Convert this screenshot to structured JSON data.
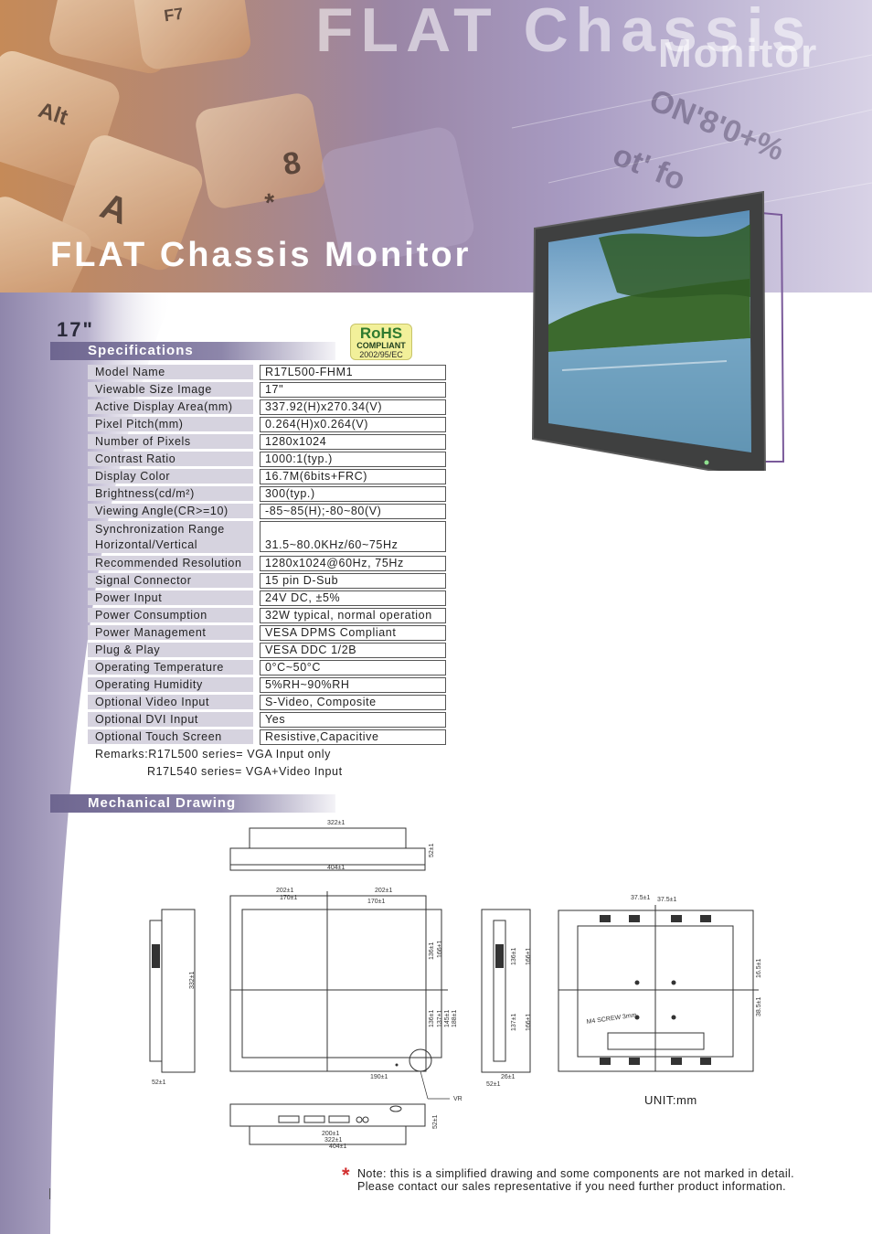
{
  "header": {
    "bg_title": "FLAT Chassis",
    "bg_title2": "Monitor",
    "title": "FLAT Chassis Monitor"
  },
  "size_title": "17\"",
  "sections": {
    "specifications": "Specifications",
    "mechanical": "Mechanical Drawing"
  },
  "rohs": {
    "line1": "RoHS",
    "line2": "COMPLIANT",
    "line3": "2002/95/EC"
  },
  "specs": [
    {
      "label": "Model Name",
      "value": "R17L500-FHM1"
    },
    {
      "label": "Viewable Size Image",
      "value": "17\""
    },
    {
      "label": "Active Display Area(mm)",
      "value": "337.92(H)x270.34(V)"
    },
    {
      "label": "Pixel Pitch(mm)",
      "value": "0.264(H)x0.264(V)"
    },
    {
      "label": "Number of Pixels",
      "value": "1280x1024"
    },
    {
      "label": "Contrast Ratio",
      "value": "1000:1(typ.)"
    },
    {
      "label": "Display Color",
      "value": "16.7M(6bits+FRC)"
    },
    {
      "label": "Brightness(cd/m²)",
      "value": "300(typ.)"
    },
    {
      "label": "Viewing Angle(CR>=10)",
      "value": "-85~85(H);-80~80(V)"
    },
    {
      "label": "Synchronization Range",
      "label2": "Horizontal/Vertical",
      "value": "31.5~80.0KHz/60~75Hz"
    },
    {
      "label": "Recommended Resolution",
      "value": "1280x1024@60Hz, 75Hz"
    },
    {
      "label": "Signal Connector",
      "value": "15 pin D-Sub"
    },
    {
      "label": "Power Input",
      "value": "24V DC, ±5%"
    },
    {
      "label": "Power Consumption",
      "value": "32W typical, normal operation"
    },
    {
      "label": "Power Management",
      "value": "VESA DPMS Compliant"
    },
    {
      "label": "Plug & Play",
      "value": "VESA DDC 1/2B"
    },
    {
      "label": "Operating Temperature",
      "value": "0°C~50°C"
    },
    {
      "label": "Operating Humidity",
      "value": "5%RH~90%RH"
    },
    {
      "label": "Optional Video Input",
      "value": "S-Video, Composite"
    },
    {
      "label": "Optional DVI Input",
      "value": "Yes"
    },
    {
      "label": "Optional Touch Screen",
      "value": "Resistive,Capacitive"
    }
  ],
  "remarks": {
    "line1": "Remarks:R17L500 series= VGA Input only",
    "line2": "R17L540 series= VGA+Video Input"
  },
  "drawing": {
    "dim_322": "322±1",
    "dim_404": "404±1",
    "dim_52": "52±1",
    "dim_202": "202±1",
    "dim_170": "170±1",
    "dim_190": "190±1",
    "dim_332": "332±1",
    "dim_136": "136±1",
    "dim_166": "166±1",
    "dim_137": "137±1",
    "dim_145": "145±1",
    "dim_188": "188±1",
    "dim_26": "26±1",
    "dim_37": "37.5±1",
    "dim_16": "16.5±1",
    "dim_38": "38.5±1",
    "dim_200": "200±1",
    "vr": "VR",
    "screw": "M4 SCREW 3mm"
  },
  "unit": "UNIT:mm",
  "note": {
    "line1": "Note: this is a simplified drawing and some components are not marked in detail.",
    "line2": "Please contact our sales representative if you need further product information."
  }
}
